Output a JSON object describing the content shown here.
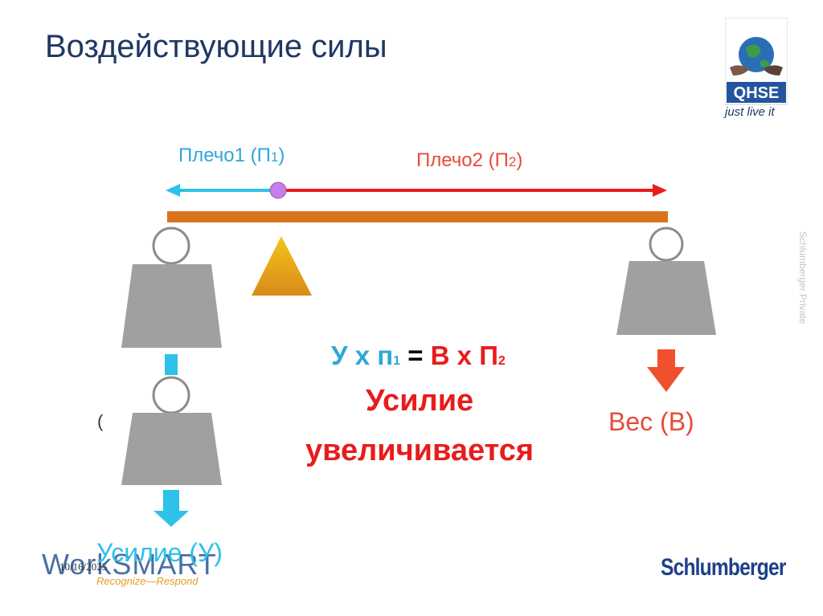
{
  "slide": {
    "title": "Воздействующие силы",
    "date": "10/16/2025",
    "watermark": "Schlumberger Private"
  },
  "logos": {
    "qhse_text": "QHSE",
    "qhse_tagline": "just live it",
    "workmate_text": "WorkSMART",
    "workmate_tagline": "Recognize—Respond",
    "company": "Schlumberger"
  },
  "diagram": {
    "arm1": {
      "label": "Плечо1 (П",
      "sub": "1",
      "close": ")"
    },
    "arm2": {
      "label": "Плечо2 (П",
      "sub": "2",
      "close": ")"
    },
    "equation": {
      "left": "У х п",
      "left_sub": "1",
      "eq": " = ",
      "right": "В х П",
      "right_sub": "2"
    },
    "result_line1": "Усилие",
    "result_line2": "увеличивается",
    "weight_label": "Вес (В)",
    "effort_label": "Усилие (У)",
    "stray_char": "("
  },
  "colors": {
    "effort_blue": "#2ec2e8",
    "arm_red": "#e81c1c",
    "beam": "#d9741c",
    "weight_grey": "#a0a0a0",
    "fulcrum_top": "#f5c518",
    "fulcrum_bottom": "#d98a1c",
    "pivot": "#c77ee8"
  },
  "icons": [
    "globe-hands-icon",
    "arrow-left-icon",
    "arrow-right-icon",
    "arrow-down-icon"
  ]
}
